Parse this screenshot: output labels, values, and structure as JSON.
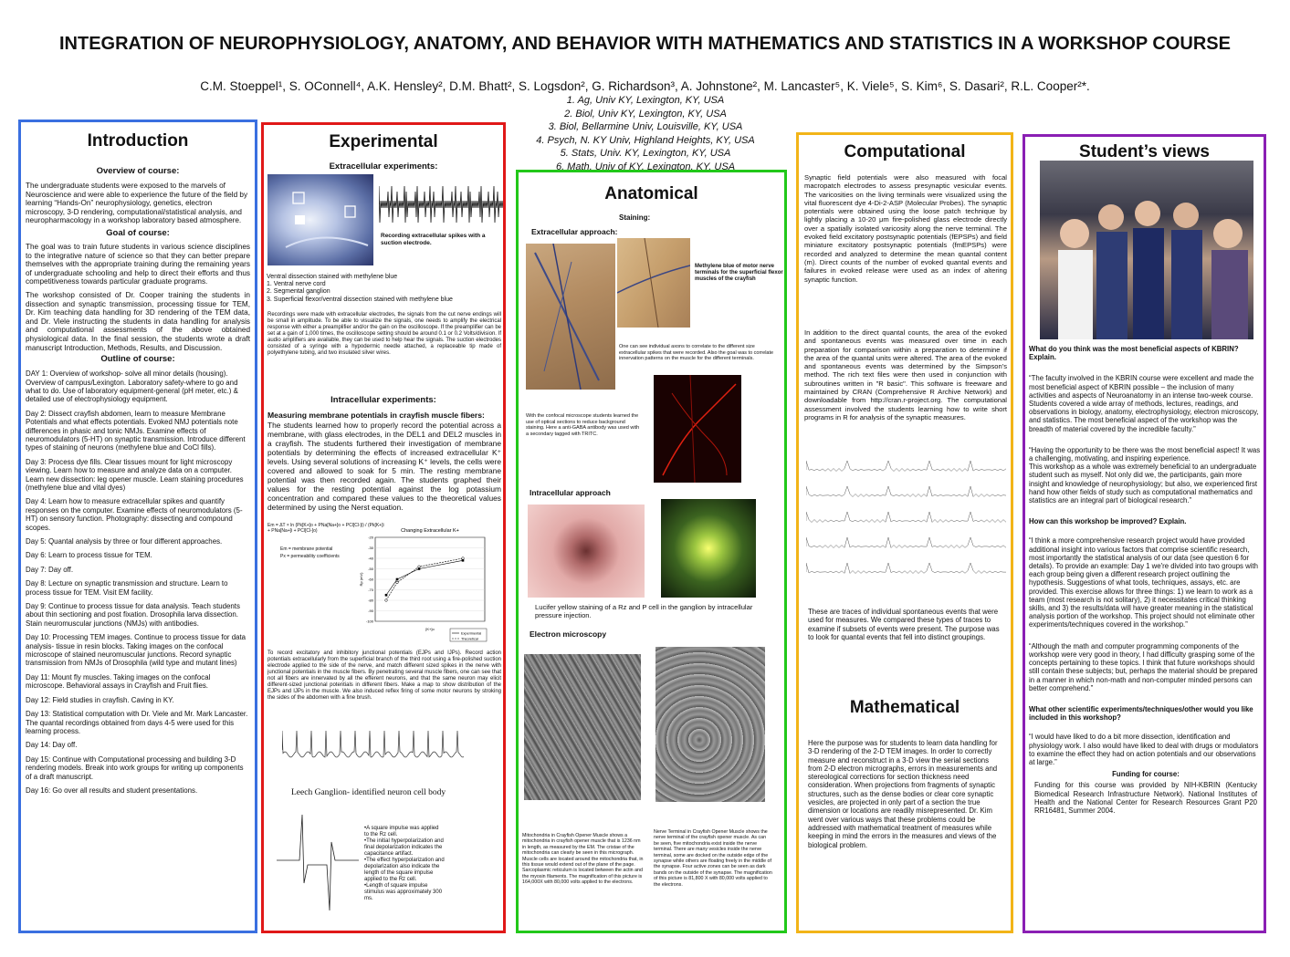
{
  "header": {
    "title": "INTEGRATION OF NEUROPHYSIOLOGY, ANATOMY, AND BEHAVIOR WITH MATHEMATICS AND STATISTICS IN A WORKSHOP COURSE",
    "authors": "C.M. Stoeppel¹, S. OConnell⁴, A.K. Hensley², D.M. Bhatt², S. Logsdon², G. Richardson³, A. Johnstone², M. Lancaster⁵, K. Viele⁵, S. Kim⁶, S. Dasari², R.L. Cooper²*.",
    "affiliations": [
      "1. Ag, Univ KY, Lexington, KY, USA",
      "2. Biol, Univ KY, Lexington, KY, USA",
      "3. Biol, Bellarmine Univ, Louisville, KY, USA",
      "4. Psych, N. KY Univ, Highland Heights, KY, USA",
      "5. Stats, Univ. KY, Lexington, KY, USA",
      "6. Math, Univ of KY, Lexington, KY, USA"
    ]
  },
  "colors": {
    "intro": "#3a6fe0",
    "experimental": "#e01818",
    "anatomical": "#22c81a",
    "computational": "#f2b418",
    "students": "#8a1fb4"
  },
  "intro": {
    "heading": "Introduction",
    "overview_title": "Overview of course:",
    "overview_text": "The undergraduate students were exposed to the marvels of Neuroscience and were able to experience the future of the field by learning “Hands-On” neurophysiology, genetics, electron microscopy, 3-D rendering, computational/statistical analysis, and neuropharmacology in a workshop laboratory based atmosphere.",
    "goal_title": "Goal of course:",
    "goal_text": "The goal was to train future students in various science disciplines to the integrative nature of science so that they can better prepare themselves with the appropriate training during the remaining years of undergraduate schooling and help to direct their efforts and thus competitiveness towards particular graduate programs.",
    "workshop_text": "The workshop consisted of Dr. Cooper training the students in dissection and synaptic transmission, processing tissue for TEM, Dr. Kim teaching data handling for 3D rendering of the TEM data, and Dr. Viele instructing the students in data handling for analysis and computational assessments of the above obtained physiological data. In the final session, the students wrote a draft manuscript Introduction, Methods, Results, and Discussion.",
    "outline_title": "Outline of course:",
    "days": [
      "DAY 1: Overview of workshop- solve all minor details (housing). Overview of campus/Lexington. Laboratory safety-where to go and what to do. Use of laboratory equipment-general (pH meter, etc.) & detailed use of electrophysiology equipment.",
      "Day 2: Dissect crayfish abdomen, learn to measure Membrane Potentials and what effects potentials. Evoked NMJ potentials note differences in phasic and tonic NMJs. Examine effects of neuromodulators (5-HT) on synaptic transmission. Introduce different types of staining of neurons (methylene blue and CoCl fills).",
      "Day 3: Process dye fills. Clear tissues mount for light microscopy viewing. Learn how to measure and analyze data on a computer. Learn new dissection: leg opener muscle. Learn staining procedures (methylene blue and vital dyes)",
      "Day 4: Learn how to measure extracellular spikes and quantify responses on the computer. Examine effects of neuromodulators (5-HT) on sensory function. Photography: dissecting and compound scopes.",
      "Day 5: Quantal analysis by three or four different approaches.",
      "Day 6: Learn to process tissue for TEM.",
      "Day 7: Day off.",
      "Day 8: Lecture on synaptic transmission and structure. Learn to process tissue for TEM. Visit EM facility.",
      "Day 9: Continue to process tissue for data analysis. Teach students about thin sectioning and post fixation. Drosophila larva dissection. Stain neuromuscular junctions (NMJs) with antibodies.",
      "Day 10: Processing TEM images. Continue to process tissue for data analysis- tissue in resin blocks. Taking images on the confocal microscope of stained neuromuscular junctions. Record synaptic transmission from NMJs of Drosophila (wild type and mutant lines)",
      "Day 11: Mount fly muscles. Taking images on the confocal microscope. Behavioral assays in Crayfish and Fruit flies.",
      "Day 12: Field studies in crayfish. Caving in KY.",
      "Day 13: Statistical computation with Dr. Viele and Mr. Mark Lancaster. The quantal recordings obtained from days 4-5 were used for this learning process.",
      "Day 14: Day off.",
      "Day 15: Continue with Computational processing and building 3-D rendering models. Break into work groups for writing up components of a draft manuscript.",
      "Day 16: Go over all results and student presentations."
    ]
  },
  "experimental": {
    "heading": "Experimental",
    "extra_title": "Extracellular experiments:",
    "spike_caption": "Recording extracellular spikes with a suction electrode.",
    "ventral_caption": "Ventral dissection stained with methylene blue",
    "ventral_list": [
      "1. Ventral nerve cord",
      "2. Segmental ganglion",
      "3. Superficial flexor/ventral dissection stained with methylene blue"
    ],
    "recording_text": "Recordings were made with extracellular electrodes, the signals from the cut nerve endings will be small in amplitude. To be able to visualize the signals, one needs to amplify the electrical response with either a preamplifier and/or the gain on the oscilloscope. If the preamplifier can be set at a gain of 1,000 times, the oscilloscope setting should be around 0.1 or 0.2 Volts/division. If audio amplifiers are available, they can be used to help hear the signals. The suction electrodes consisted of a syringe with a hypodermic needle attached, a replaceable tip made of polyethylene tubing, and two insulated silver wires.",
    "intra_title": "Intracellular experiments:",
    "membrane_title": "Measuring membrane potentials in crayfish muscle fibers:",
    "membrane_text": "The students learned how to properly record the potential across a membrane, with glass electrodes, in the DEL1 and DEL2 muscles in a crayfish. The students furthered their investigation of membrane potentials by determining the effects of increased extracellular K⁺ levels. Using several solutions of increasing K⁺ levels, the cells were covered and allowed to soak for 5 min. The resting membrane potential was then recorded again. The students graphed their values for the resting potential against the log potassium concentration and compared these values to the theoretical values determined by using the Nerst equation.",
    "equation": "Em = ΔT × ln (Pk[K+]o + PNa[Na+]o + PCl[Cl-]i) / (Pk[K+]i + PNa[Na+]i + PCl[Cl-]o)",
    "legend_em": "Em = membrane potential",
    "legend_pk": "Px = permeability coefficients",
    "ejp_text": "To record excitatory and inhibitory junctional potentials (EJPs and IJPs). Record action potentials extracellularly from the superficial branch of the third root using a fire-polished suction electrode applied to the side of the nerve, and match different sized spikes in the nerve with junctional potentials in the muscle fibers. By penetrating several muscle fibers, one can see that not all fibers are innervated by all the efferent neurons, and that the same neuron may elicit different-sized junctional potentials in different fibers. Make a map to show distribution of the EJPs and IJPs in the muscle. We also induced reflex firing of some motor neurons by stroking the sides of the abdomen with a fine brush.",
    "leech_caption": "Leech Ganglion- identified neuron cell body",
    "square_notes": [
      "•A square impulse was applied to the Rz cell.",
      "•The initial hyperpolarization and final depolarization indicates the capacitance artifact.",
      "•The effect hyperpolarization and depolarization also indicate the length of the square impulse applied to the Rz cell.",
      "•Length of square impulse stimulus was approximately 300 ms."
    ]
  },
  "chart_data": {
    "type": "line",
    "title": "Changing Extracellular K+",
    "xlabel": "[K+]o",
    "ylabel": "Rp (mV)",
    "ylim": [
      -100,
      -20
    ],
    "xlim": [
      0,
      50
    ],
    "yticks": [
      "-20",
      "-30",
      "-40",
      "-50",
      "-60",
      "-70",
      "-80",
      "-90",
      "-100"
    ],
    "series": [
      {
        "name": "Experimental",
        "x": [
          5,
          10,
          20,
          40
        ],
        "y": [
          -75,
          -60,
          -50,
          -42
        ]
      },
      {
        "name": "Theoretical",
        "x": [
          5,
          10,
          20,
          40
        ],
        "y": [
          -80,
          -63,
          -48,
          -40
        ]
      }
    ]
  },
  "anatomical": {
    "heading": "Anatomical",
    "staining_title": "Staining:",
    "extra_title": "Extracellular approach:",
    "methylene_caption": "Methylene blue of motor nerve terminals for the superficial flexor muscles of the crayfish",
    "axon_caption": "One can see individual axons to correlate to the different size extracellular spikes that were recorded. Also the goal was to correlate innervation patterns on the muscle for the different terminals.",
    "confocal_caption": "With the confocal microscope students learned the use of optical sections to reduce background staining. Here a anti-GABA antibody was used with a secondary tagged with TRITC.",
    "intra_title": "Intracellular approach",
    "lucifer_caption": "Lucifer yellow staining of a Rz and P cell in the ganglion by intracellular pressure injection.",
    "em_title": "Electron microscopy",
    "mito_caption": "Mitochondria in Crayfish Opener Muscle shows a mitochondria in crayfish opener muscle that is 1236 nm in length, as measured by the EM. The cristae of the mitochondria can clearly be seen in this micrograph. Muscle cells are located around the mitochondria that, in this tissue would extend out of the plane of the page. Sarcoplasmic reticulum is located between the actin and the myosin filaments. The magnification of this picture is 164,000X with 80,000 volts applied to the electrons.",
    "nerve_caption": "Nerve Terminal in Crayfish Opener Muscle shows the nerve terminal of the crayfish opener muscle. As can be seen, five mitochondria exist inside the nerve terminal. There are many vesicles inside the nerve terminal, some are docked on the outside edge of the synapse while others are floating freely in the middle of the synapse. Four active zones can be seen as dark bands on the outside of the synapse. The magnification of this picture is 81,800 X with 80,000 volts applied to the electrons."
  },
  "computational": {
    "heading": "Computational",
    "p1": "Synaptic field potentials were also measured with focal macropatch electrodes to assess presynaptic vesicular events. The varicosities on the living terminals were visualized using the vital fluorescent dye 4-Di-2-ASP (Molecular Probes). The synaptic potentials were obtained using the loose patch technique by lightly placing a 10-20 μm fire-polished glass electrode directly over a spatially isolated varicosity along the nerve terminal. The evoked field excitatory postsynaptic potentials (fEPSPs) and field miniature excitatory postsynaptic potentials (fmEPSPs) were recorded and analyzed to determine the mean quantal content (m). Direct counts of the number of evoked quantal events and failures in evoked release were used as an index of altering synaptic function.",
    "p2": "In addition to the direct quantal counts, the area of the evoked and spontaneous events was measured over time in each preparation for comparison within a preparation to determine if the area of the quantal units were altered. The area of the evoked and spontaneous events was determined by the Simpson's method. The rich text files were then used in conjunction with subroutines written in \"R basic\". This software is freeware and maintained by CRAN (Comprehensive R Archive Network) and downloadable from http://cran.r-project.org. The computational assessment involved the students learning how to write short programs in R for analysis of the synaptic measures.",
    "traces_caption": "These are traces of individual spontaneous events that were used for measures. We compared these types of traces to examine if subsets of events were present. The purpose was to look for quantal events that fell into distinct groupings."
  },
  "mathematical": {
    "heading": "Mathematical",
    "text": "Here the purpose was for students to learn data handling for 3-D rendering of the 2-D TEM images. In order to correctly measure and reconstruct in a 3-D view the serial sections from 2-D electron micrographs, errors in measurements and stereological corrections for section thickness need consideration. When projections from fragments of synaptic structures, such as the dense bodies or clear core synaptic vesicles, are projected in only part of a section the true dimension or locations are readily misrepresented. Dr. Kim went over various ways that these problems could be addressed with mathematical treatment of measures while keeping in mind the errors in the measures and views of the biological problem."
  },
  "students": {
    "heading": "Student’s views",
    "q1": "What do you think was the most beneficial aspects of KBRIN? Explain.",
    "a1": "“The faculty involved in the KBRIN course were excellent and made the most beneficial aspect of KBRIN possible – the inclusion of many activities and aspects of Neuroanatomy in an intense two-week course. Students covered a wide array of methods, lectures, readings, and observations in biology, anatomy, electrophysiology, electron microscopy, and statistics. The most beneficial aspect of the workshop was the breadth of material covered by the incredible faculty.”",
    "a2": "“Having the opportunity to be there was the most beneficial aspect! It was a challenging, motivating, and inspiring experience.",
    "a3": "This workshop as a whole was extremely beneficial to an undergraduate student such as myself. Not only did we, the participants, gain more insight and knowledge of neurophysiology; but also, we experienced first hand how other fields of study such as computational mathematics and statistics are an integral part of biological research.”",
    "q2": "How can this workshop be improved? Explain.",
    "a4": "“I think a more comprehensive research project would have provided additional insight into various factors that comprise scientific research, most importantly the statistical analysis of our data (see question 6 for details). To provide an example: Day 1 we're divided into two groups with each group being given a different research project outlining the hypothesis. Suggestions of what tools, techniques, assays, etc. are provided. This exercise allows for three things: 1) we learn to work as a team (most research is not solitary), 2) it necessitates critical thinking skills, and 3) the results/data will have greater meaning in the statistical analysis portion of the workshop. This project should not eliminate other experiments/techniques covered in the workshop.”",
    "a5": "“Although the math and computer programming components of the workshop were very good in theory, I had difficulty grasping some of the concepts pertaining to these topics. I think that future workshops should still contain these subjects; but, perhaps the material should be prepared in a manner in which non-math and non-computer minded persons can better comprehend.”",
    "q3": "What other scientific experiments/techniques/other would you like included in this workshop?",
    "a6": "“I would have liked to do a bit more dissection, identification and physiology work. I also would have liked to deal with drugs or modulators to examine the effect they had on action potentials and our observations at large.”",
    "funding_title": "Funding for course:",
    "funding_text": "Funding for this course was provided by NIH-KBRIN (Kentucky Biomedical Research Infrastructure Network). National Institutes of Health and the National Center for Research Resources Grant P20 RR16481, Summer 2004."
  }
}
